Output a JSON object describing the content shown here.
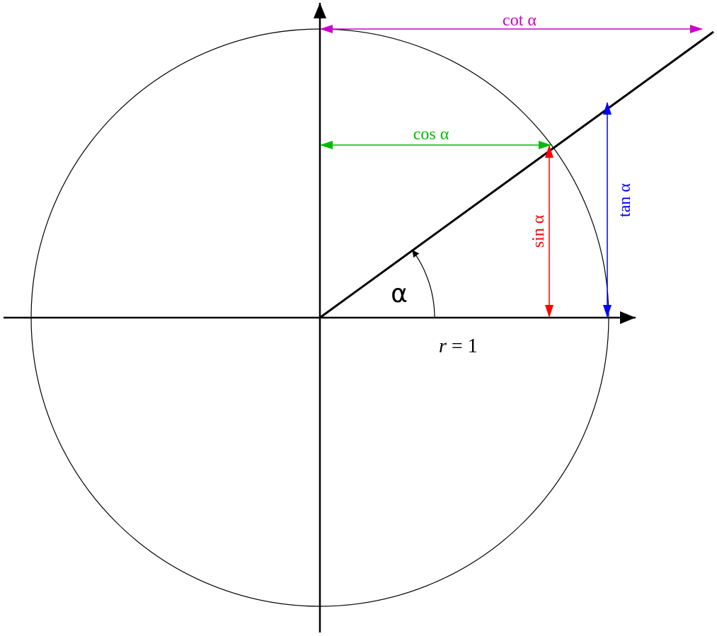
{
  "labels": {
    "cot": "cot α",
    "cos": "cos α",
    "sin": "sin α",
    "tan": "tan α",
    "alpha": "α",
    "radius_var": "r",
    "radius_eq": " = 1"
  },
  "colors": {
    "cot": "#cc00cc",
    "cos": "#00bb00",
    "sin": "#ff0000",
    "tan": "#0000ff",
    "axis": "#000000",
    "circle": "#000000"
  }
}
